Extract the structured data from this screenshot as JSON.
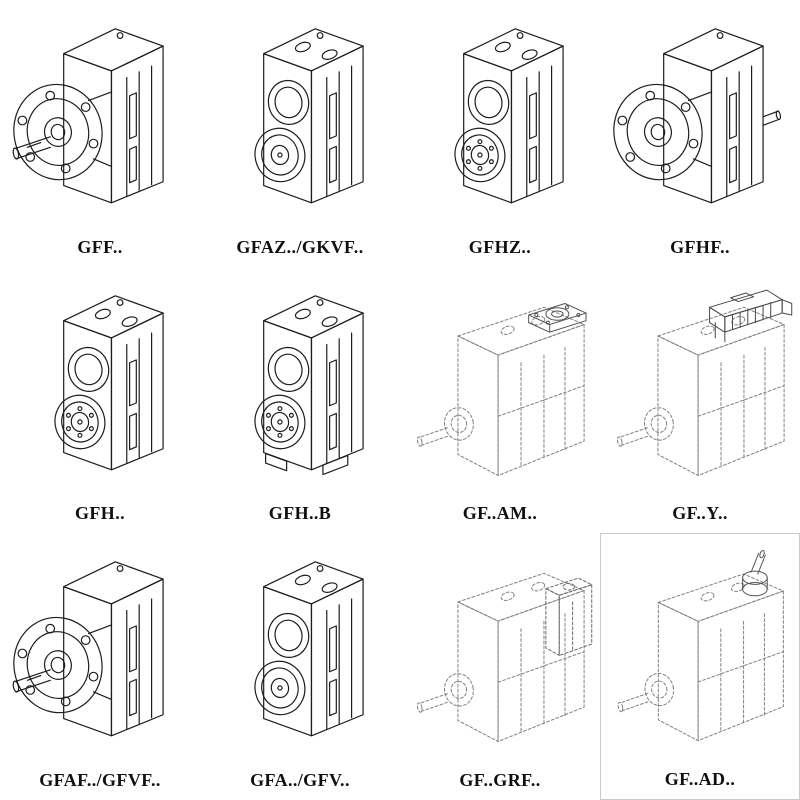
{
  "page": {
    "background": "#ffffff",
    "line_color": "#1c1c1c",
    "phantom_line_color": "#808080"
  },
  "catalog": {
    "cells": [
      {
        "label": "GFF..",
        "drawing": "flange-mounted-gear-unit-with-output-shaft"
      },
      {
        "label": "GFAZ../GKVF..",
        "drawing": "shaft-mounted-gear-unit-front-bores"
      },
      {
        "label": "GFHZ..",
        "drawing": "hollow-shaft-gear-unit-front-bores"
      },
      {
        "label": "GFHF..",
        "drawing": "flange-mounted-hollow-shaft-gear-unit"
      },
      {
        "label": "GFH..",
        "drawing": "hollow-shaft-gear-unit"
      },
      {
        "label": "GFH..B",
        "drawing": "hollow-shaft-gear-unit-with-foot"
      },
      {
        "label": "GF..AM..",
        "drawing": "gear-unit-with-iec-motor-adapter-phantom"
      },
      {
        "label": "GF..Y..",
        "drawing": "gear-unit-with-mounted-motor-phantom"
      },
      {
        "label": "GFAF../GFVF..",
        "drawing": "flange-mounted-gear-unit-with-output-shaft"
      },
      {
        "label": "GFA../GFV..",
        "drawing": "shaft-mounted-gear-unit-front-bores"
      },
      {
        "label": "GF..GRF..",
        "drawing": "gear-unit-with-primary-gear-unit-phantom"
      },
      {
        "label": "GF..AD..",
        "drawing": "gear-unit-with-input-shaft-adapter-phantom"
      }
    ]
  }
}
